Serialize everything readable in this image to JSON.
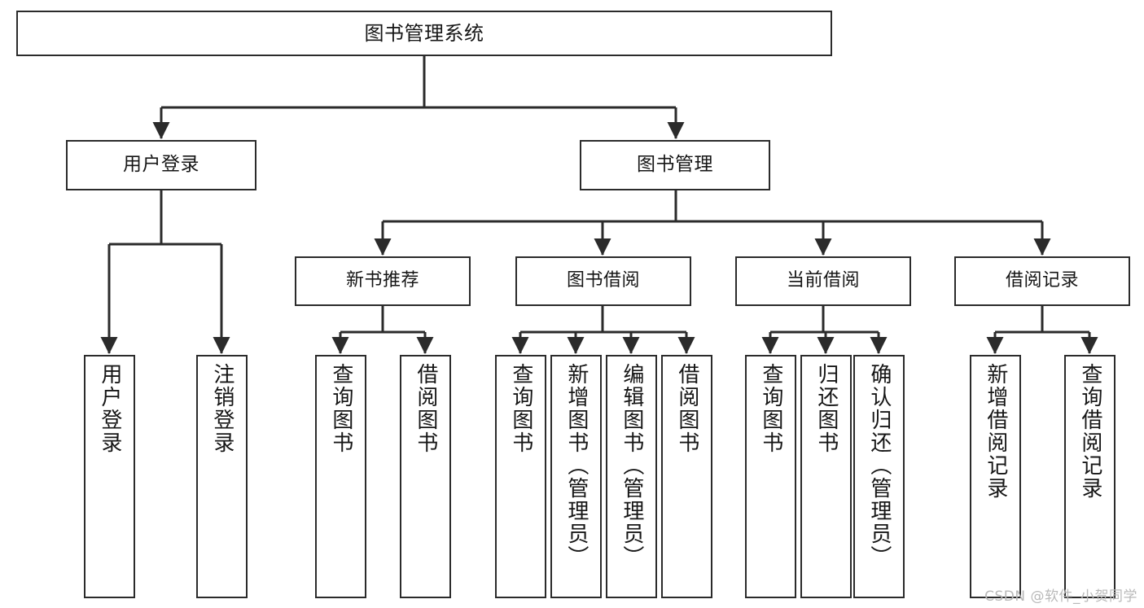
{
  "diagram": {
    "title": "图书管理系统",
    "type": "hierarchy-tree",
    "watermark": "CSDN @软件_小贺同学",
    "colors": {
      "box_border": "#2b2b2b",
      "box_fill": "#ffffff",
      "connector": "#2b2b2b",
      "text": "#161616",
      "watermark": "#b9b9b9",
      "background": "#ffffff"
    }
  },
  "nodes": {
    "root": {
      "label": "图书管理系统"
    },
    "level1": [
      {
        "id": "user-login",
        "label": "用户登录"
      },
      {
        "id": "book-management",
        "label": "图书管理"
      }
    ],
    "level2": [
      {
        "id": "new-book-recommend",
        "label": "新书推荐",
        "parent": "book-management"
      },
      {
        "id": "book-borrow",
        "label": "图书借阅",
        "parent": "book-management"
      },
      {
        "id": "current-borrow",
        "label": "当前借阅",
        "parent": "book-management"
      },
      {
        "id": "borrow-record",
        "label": "借阅记录",
        "parent": "book-management"
      }
    ],
    "leaves": [
      {
        "id": "leaf-user-login",
        "label": "用户登录",
        "parent": "user-login"
      },
      {
        "id": "leaf-logout",
        "label": "注销登录",
        "parent": "user-login"
      },
      {
        "id": "leaf-query-book-1",
        "label": "查询图书",
        "parent": "new-book-recommend"
      },
      {
        "id": "leaf-borrow-book-1",
        "label": "借阅图书",
        "parent": "new-book-recommend"
      },
      {
        "id": "leaf-query-book-2",
        "label": "查询图书",
        "parent": "book-borrow"
      },
      {
        "id": "leaf-add-book",
        "label": "新增图书（管理员）",
        "parent": "book-borrow"
      },
      {
        "id": "leaf-edit-book",
        "label": "编辑图书（管理员）",
        "parent": "book-borrow"
      },
      {
        "id": "leaf-borrow-book-2",
        "label": "借阅图书",
        "parent": "book-borrow"
      },
      {
        "id": "leaf-query-book-3",
        "label": "查询图书",
        "parent": "current-borrow"
      },
      {
        "id": "leaf-return-book",
        "label": "归还图书",
        "parent": "current-borrow"
      },
      {
        "id": "leaf-confirm-return",
        "label": "确认归还（管理员）",
        "parent": "current-borrow"
      },
      {
        "id": "leaf-add-record",
        "label": "新增借阅记录",
        "parent": "borrow-record"
      },
      {
        "id": "leaf-query-record",
        "label": "查询借阅记录",
        "parent": "borrow-record"
      }
    ]
  }
}
